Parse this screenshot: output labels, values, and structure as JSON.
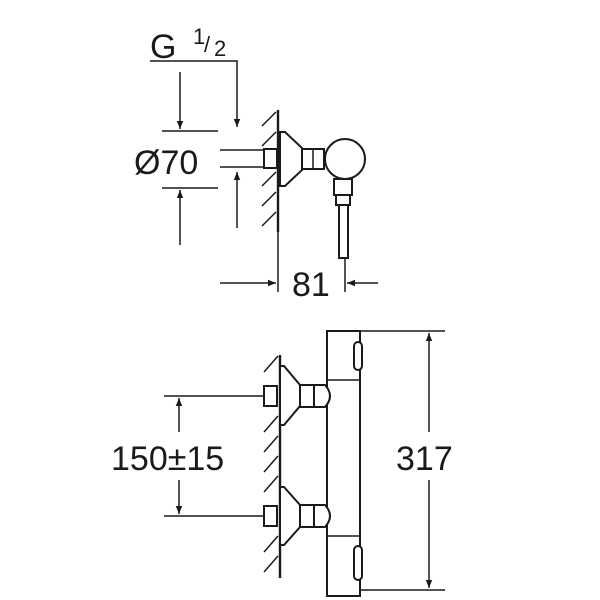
{
  "drawing": {
    "thread_label": "G",
    "thread_fraction_num": "1",
    "thread_fraction_den": "2",
    "escutcheon_diameter": "Ø70",
    "projection_depth": "81",
    "inlet_spacing": "150±15",
    "total_height": "317"
  }
}
